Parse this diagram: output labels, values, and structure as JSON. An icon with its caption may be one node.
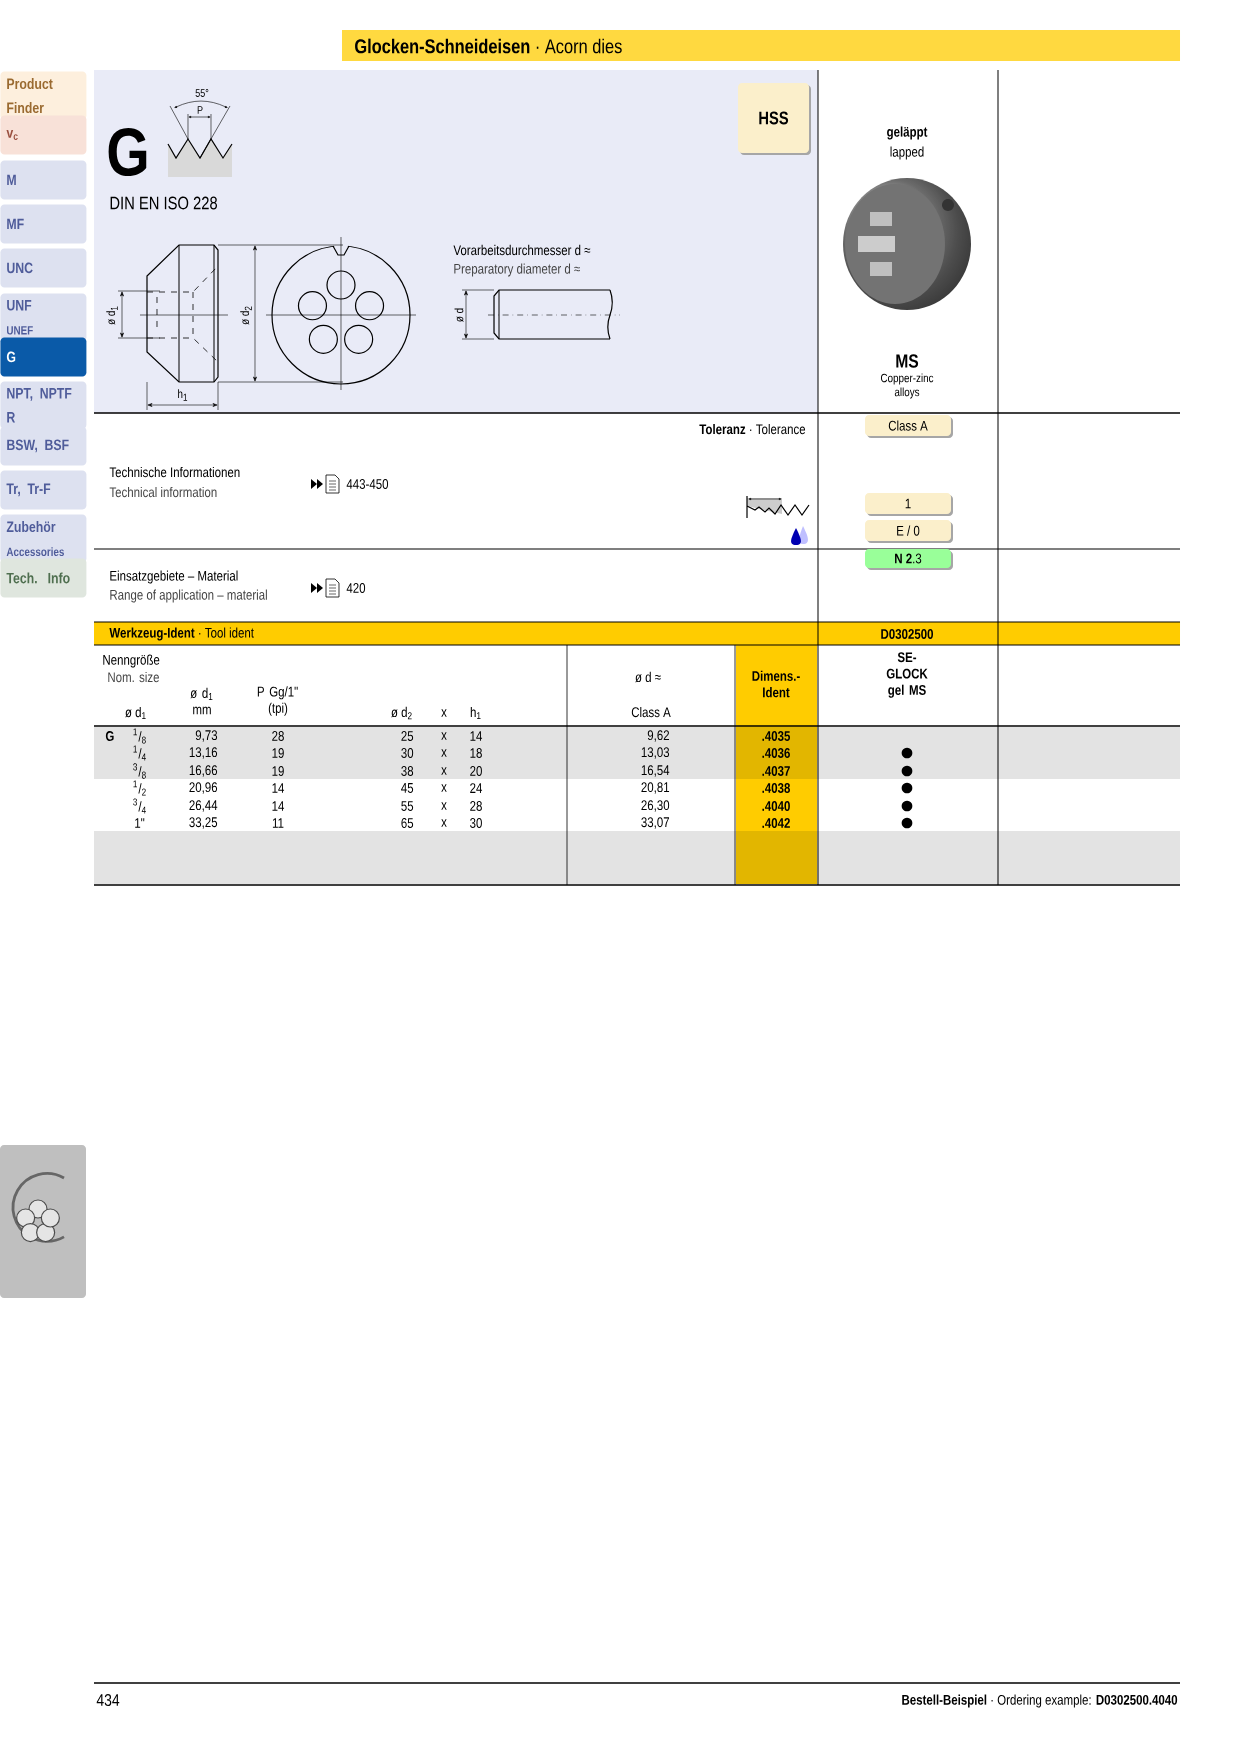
{
  "diagram": {
    "title": "**Glocken-Schneideisen** · Acorn dies",
    "nodes": [
      {
        "text": [
          "Product Finder"
        ]
      },
      {
        "text": [
          "v$_{c}$"
        ]
      },
      {
        "text": [
          "M"
        ]
      },
      {
        "text": [
          "MF"
        ]
      },
      {
        "text": [
          "UNC"
        ]
      },
      {
        "text": [
          "UNF",
          "UNEF"
        ]
      },
      {
        "text": [
          "G"
        ]
      },
      {
        "text": [
          "NPT, NPTF R"
        ]
      },
      {
        "text": [
          "BSW, BSF"
        ]
      },
      {
        "text": [
          "Tr, Tr-F"
        ]
      },
      {
        "text": [
          "Zubehör",
          "Accessories"
        ]
      },
      {
        "text": [
          "Tech. Info"
        ]
      },
      {
        "text": [
          "HSS"
        ]
      },
      {
        "text": [
          "Class A"
        ]
      },
      {
        "text": [
          "1"
        ]
      },
      {
        "text": [
          "E / 0"
        ]
      },
      {
        "text": [
          "**N 2**.3"
        ]
      }
    ],
    "labels": [
      "55°",
      "P",
      "G",
      "DIN EN ISO 228",
      "ø d$_{1}$",
      "ø d$_{2}$",
      "h$_{1}$",
      "Vorarbeitsdurchmesser d ≈",
      "Preparatory diameter d ≈",
      "ø d",
      "geläppt",
      "lapped",
      "MS",
      "Copper-zinc alloys",
      "**Toleranz** · Tolerance",
      "Technische Informationen",
      "Technical information",
      "443-450",
      "Einsatzgebiete – Material",
      "Range of application – material",
      "420",
      "**Werkzeug-Ident** · Tool ident",
      "D0302500",
      "Nenngröße",
      "Nom. size",
      "ø d$_{1}$ mm",
      "P Gg/1\" (tpi)",
      "ø d$_{1}$",
      "ø d$_{2}$",
      "x",
      "h$_{1}$",
      "ø d ≈",
      "Class A",
      "Dimens.- Ident",
      "SE-GLOCK gel MS",
      "G",
      "$^{1}$/$_{8}$",
      "9,73",
      "28",
      "25",
      "x",
      "14",
      "9,62",
      ".4035",
      "$^{1}$/$_{4}$",
      "13,16",
      "19",
      "30",
      "x",
      "18",
      "13,03",
      ".4036",
      "●",
      "$^{3}$/$_{8}$",
      "16,66",
      "19",
      "38",
      "x",
      "20",
      "16,54",
      ".4037",
      "●",
      "$^{1}$/$_{2}$",
      "20,96",
      "14",
      "45",
      "x",
      "24",
      "20,81",
      ".4038",
      "●",
      "$^{3}$/$_{4}$",
      "26,44",
      "14",
      "55",
      "x",
      "28",
      "26,30",
      ".4040",
      "●",
      "1\"",
      "33,25",
      "11",
      "65",
      "x",
      "30",
      "33,07",
      ".4042",
      "●",
      "434",
      "**Bestell-Beispiel** · Ordering example: **D0302500.4040**"
    ]
  }
}
